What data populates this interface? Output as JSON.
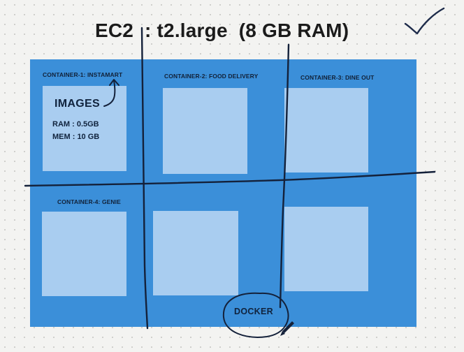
{
  "title": "EC2  : t2.large  (8 GB RAM)",
  "containers": [
    {
      "label": "CONTAINER-1: INSTAMART"
    },
    {
      "label": "CONTAINER-2: FOOD DELIVERY"
    },
    {
      "label": "CONTAINER-3: DINE OUT"
    },
    {
      "label": "CONTAINER-4: GENIE"
    }
  ],
  "annotation": {
    "images": "IMAGES",
    "ram": "RAM : 0.5GB",
    "mem": "MEM : 10 GB"
  },
  "docker_label": "DOCKER",
  "icons": [
    "checkmark-icon",
    "arrow-up-icon",
    "pen-cursor-icon"
  ],
  "colors": {
    "board": "#3b8fd9",
    "box": "#a9cdf0",
    "ink": "#14213a"
  }
}
